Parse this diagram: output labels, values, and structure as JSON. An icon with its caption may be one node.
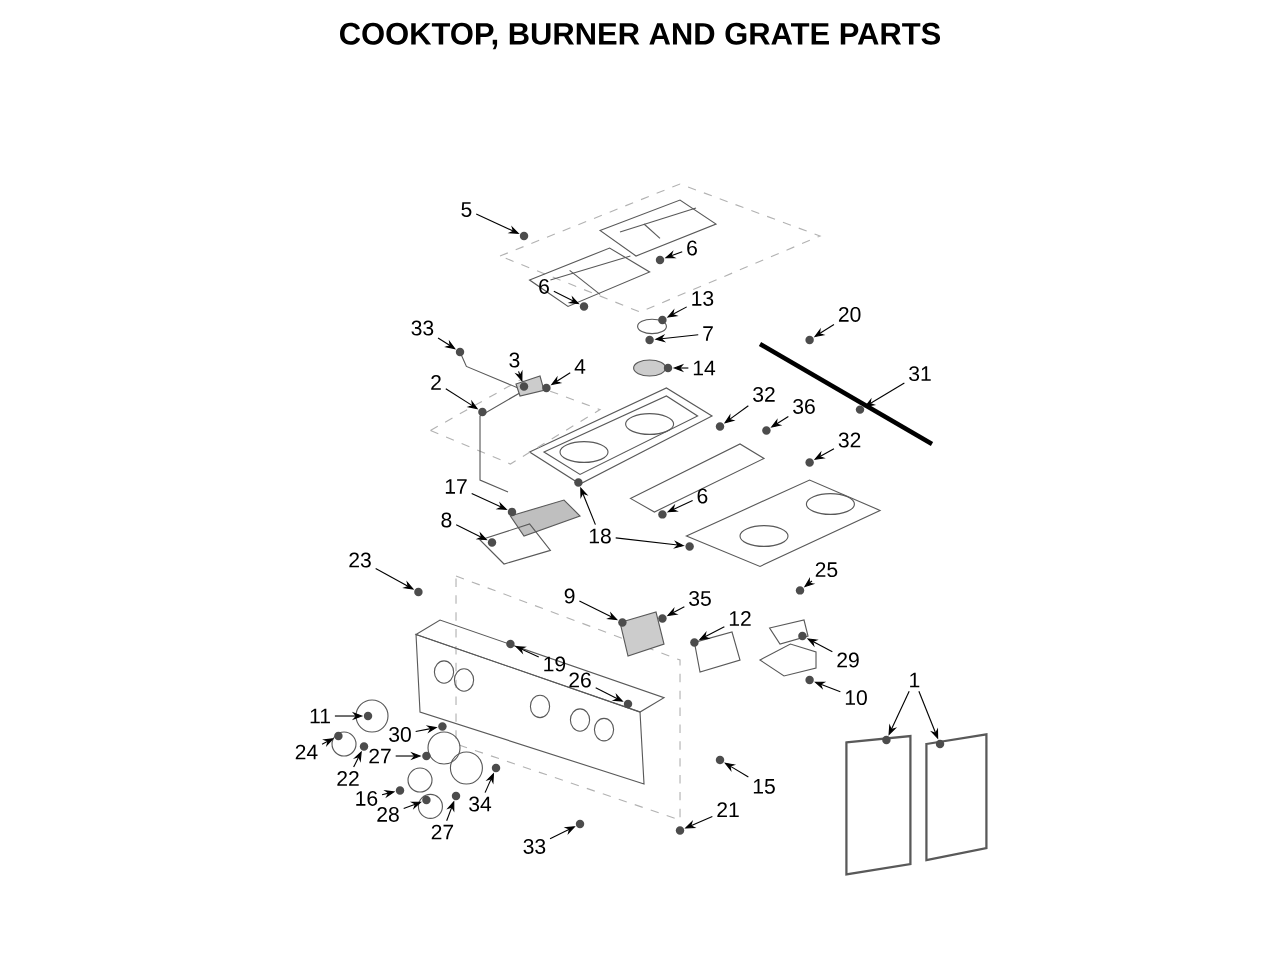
{
  "diagram": {
    "title": "COOKTOP, BURNER AND GRATE PARTS",
    "nodes": [
      {
        "text": [
          "5"
        ]
      },
      {
        "text": [
          "6"
        ]
      },
      {
        "text": [
          "6"
        ]
      },
      {
        "text": [
          "13"
        ]
      },
      {
        "text": [
          "7"
        ]
      },
      {
        "text": [
          "14"
        ]
      },
      {
        "text": [
          "20"
        ]
      },
      {
        "text": [
          "33"
        ]
      },
      {
        "text": [
          "3"
        ]
      },
      {
        "text": [
          "4"
        ]
      },
      {
        "text": [
          "2"
        ]
      },
      {
        "text": [
          "31"
        ]
      },
      {
        "text": [
          "32"
        ]
      },
      {
        "text": [
          "36"
        ]
      },
      {
        "text": [
          "32"
        ]
      },
      {
        "text": [
          "6"
        ]
      },
      {
        "text": [
          "17"
        ]
      },
      {
        "text": [
          "8"
        ]
      },
      {
        "text": [
          "18"
        ]
      },
      {
        "text": [
          "23"
        ]
      },
      {
        "text": [
          "25"
        ]
      },
      {
        "text": [
          "9"
        ]
      },
      {
        "text": [
          "35"
        ]
      },
      {
        "text": [
          "12"
        ]
      },
      {
        "text": [
          "29"
        ]
      },
      {
        "text": [
          "19"
        ]
      },
      {
        "text": [
          "26"
        ]
      },
      {
        "text": [
          "1"
        ]
      },
      {
        "text": [
          "10"
        ]
      },
      {
        "text": [
          "11"
        ]
      },
      {
        "text": [
          "30"
        ]
      },
      {
        "text": [
          "24"
        ]
      },
      {
        "text": [
          "27"
        ]
      },
      {
        "text": [
          "22"
        ]
      },
      {
        "text": [
          "15"
        ]
      },
      {
        "text": [
          "16"
        ]
      },
      {
        "text": [
          "34"
        ]
      },
      {
        "text": [
          "28"
        ]
      },
      {
        "text": [
          "21"
        ]
      },
      {
        "text": [
          "27"
        ]
      },
      {
        "text": [
          "33"
        ]
      },
      {
        "text": [],
        "shape": "circle"
      },
      {
        "text": [],
        "shape": "circle"
      },
      {
        "text": [],
        "shape": "circle"
      },
      {
        "text": [],
        "shape": "circle"
      },
      {
        "text": [],
        "shape": "circle"
      },
      {
        "text": [],
        "shape": "circle"
      },
      {
        "text": [],
        "shape": "circle"
      },
      {
        "text": [],
        "shape": "circle"
      },
      {
        "text": [],
        "shape": "circle"
      },
      {
        "text": [],
        "shape": "circle"
      },
      {
        "text": [],
        "shape": "circle"
      },
      {
        "text": [],
        "shape": "circle"
      },
      {
        "text": [],
        "shape": "circle"
      },
      {
        "text": [],
        "shape": "circle"
      },
      {
        "text": [],
        "shape": "circle"
      },
      {
        "text": [],
        "shape": "circle"
      },
      {
        "text": [],
        "shape": "circle"
      },
      {
        "text": [],
        "shape": "circle"
      },
      {
        "text": [],
        "shape": "circle"
      },
      {
        "text": [],
        "shape": "circle"
      },
      {
        "text": [],
        "shape": "circle"
      },
      {
        "text": [],
        "shape": "circle"
      },
      {
        "text": [],
        "shape": "circle"
      },
      {
        "text": [],
        "shape": "circle"
      },
      {
        "text": [],
        "shape": "circle"
      },
      {
        "text": [],
        "shape": "circle"
      },
      {
        "text": [],
        "shape": "circle"
      },
      {
        "text": [],
        "shape": "circle"
      },
      {
        "text": [],
        "shape": "circle"
      },
      {
        "text": [],
        "shape": "circle"
      },
      {
        "text": [],
        "shape": "circle"
      },
      {
        "text": [],
        "shape": "circle"
      },
      {
        "text": [],
        "shape": "circle"
      },
      {
        "text": [],
        "shape": "circle"
      },
      {
        "text": [],
        "shape": "circle"
      },
      {
        "text": [],
        "shape": "circle"
      },
      {
        "text": [],
        "shape": "circle"
      },
      {
        "text": [],
        "shape": "circle"
      },
      {
        "text": [],
        "shape": "circle"
      },
      {
        "text": [],
        "shape": "circle"
      },
      {
        "text": [],
        "shape": "circle"
      },
      {
        "text": [],
        "shape": "circle"
      },
      {
        "text": [],
        "shape": "circle"
      }
    ],
    "edges": [
      {
        "from": 0,
        "to": 41,
        "arrow": "to"
      },
      {
        "from": 1,
        "to": 42,
        "arrow": "to"
      },
      {
        "from": 2,
        "to": 43,
        "arrow": "to"
      },
      {
        "from": 3,
        "to": 44,
        "arrow": "to"
      },
      {
        "from": 4,
        "to": 45,
        "arrow": "to"
      },
      {
        "from": 5,
        "to": 46,
        "arrow": "to"
      },
      {
        "from": 6,
        "to": 47,
        "arrow": "to"
      },
      {
        "from": 7,
        "to": 48,
        "arrow": "to"
      },
      {
        "from": 8,
        "to": 49,
        "arrow": "to"
      },
      {
        "from": 9,
        "to": 50,
        "arrow": "to"
      },
      {
        "from": 10,
        "to": 51,
        "arrow": "to"
      },
      {
        "from": 11,
        "to": 52,
        "arrow": "to"
      },
      {
        "from": 12,
        "to": 53,
        "arrow": "to"
      },
      {
        "from": 13,
        "to": 54,
        "arrow": "to"
      },
      {
        "from": 14,
        "to": 55,
        "arrow": "to"
      },
      {
        "from": 15,
        "to": 56,
        "arrow": "to"
      },
      {
        "from": 16,
        "to": 57,
        "arrow": "to"
      },
      {
        "from": 17,
        "to": 58,
        "arrow": "to"
      },
      {
        "from": 18,
        "to": 59,
        "arrow": "to"
      },
      {
        "from": 18,
        "to": 60,
        "arrow": "to"
      },
      {
        "from": 19,
        "to": 61,
        "arrow": "to"
      },
      {
        "from": 20,
        "to": 62,
        "arrow": "to"
      },
      {
        "from": 21,
        "to": 63,
        "arrow": "to"
      },
      {
        "from": 22,
        "to": 64,
        "arrow": "to"
      },
      {
        "from": 23,
        "to": 65,
        "arrow": "to"
      },
      {
        "from": 24,
        "to": 66,
        "arrow": "to"
      },
      {
        "from": 25,
        "to": 67,
        "arrow": "to"
      },
      {
        "from": 26,
        "to": 68,
        "arrow": "to"
      },
      {
        "from": 27,
        "to": 69,
        "arrow": "to"
      },
      {
        "from": 27,
        "to": 70,
        "arrow": "to"
      },
      {
        "from": 28,
        "to": 71,
        "arrow": "to"
      },
      {
        "from": 29,
        "to": 72,
        "arrow": "to"
      },
      {
        "from": 30,
        "to": 73,
        "arrow": "to"
      },
      {
        "from": 31,
        "to": 74,
        "arrow": "to"
      },
      {
        "from": 32,
        "to": 75,
        "arrow": "to"
      },
      {
        "from": 33,
        "to": 76,
        "arrow": "to"
      },
      {
        "from": 34,
        "to": 77,
        "arrow": "to"
      },
      {
        "from": 35,
        "to": 78,
        "arrow": "to"
      },
      {
        "from": 36,
        "to": 79,
        "arrow": "to"
      },
      {
        "from": 37,
        "to": 80,
        "arrow": "to"
      },
      {
        "from": 38,
        "to": 81,
        "arrow": "to"
      },
      {
        "from": 39,
        "to": 82,
        "arrow": "to"
      },
      {
        "from": 40,
        "to": 83,
        "arrow": "to"
      }
    ]
  }
}
